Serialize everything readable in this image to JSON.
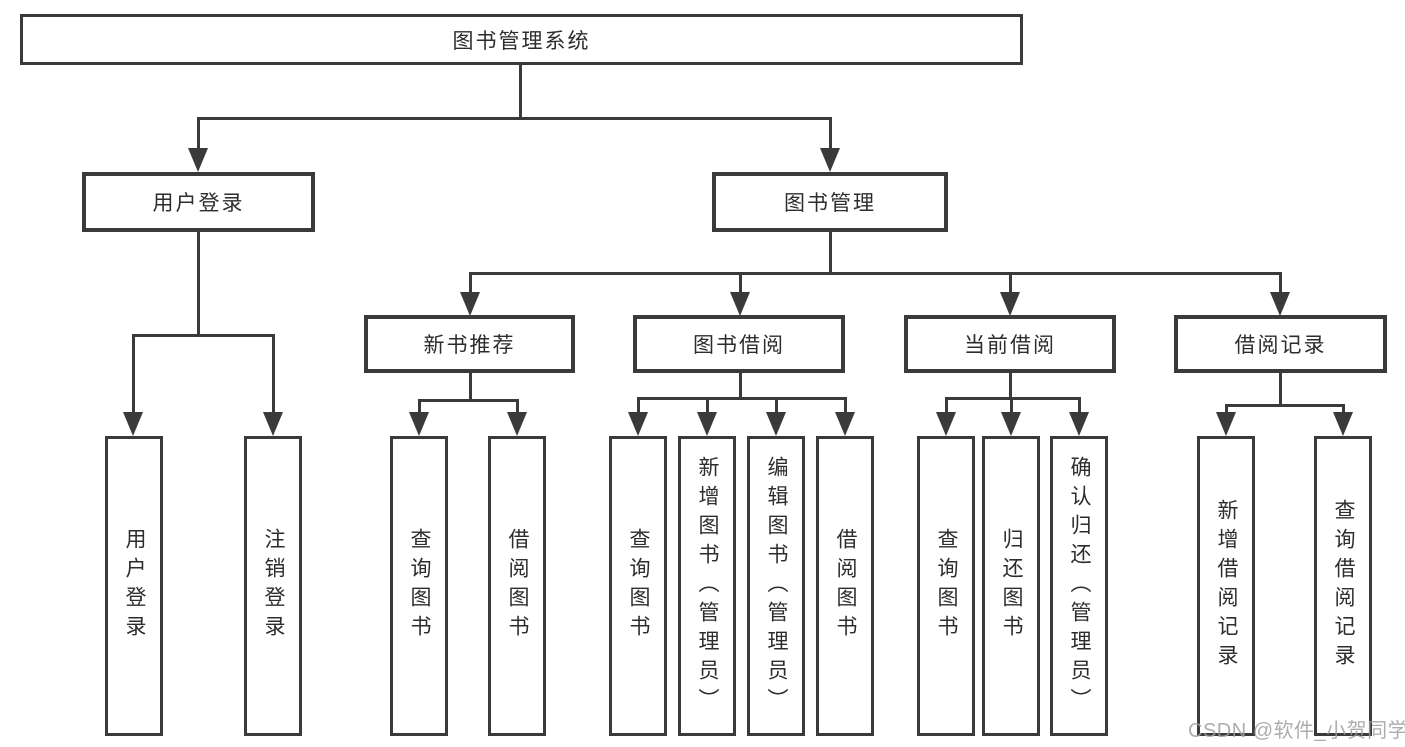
{
  "diagram": {
    "root": {
      "label": "图书管理系统"
    },
    "user_login": {
      "label": "用户登录",
      "children": [
        {
          "label": "用户登录"
        },
        {
          "label": "注销登录"
        }
      ]
    },
    "book_management": {
      "label": "图书管理",
      "sections": {
        "new_book_recommend": {
          "label": "新书推荐",
          "children": [
            {
              "label": "查询图书"
            },
            {
              "label": "借阅图书"
            }
          ]
        },
        "book_borrowing": {
          "label": "图书借阅",
          "children": [
            {
              "label": "查询图书"
            },
            {
              "label": "新增图书（管理员）"
            },
            {
              "label": "编辑图书（管理员）"
            },
            {
              "label": "借阅图书"
            }
          ]
        },
        "current_borrowing": {
          "label": "当前借阅",
          "children": [
            {
              "label": "查询图书"
            },
            {
              "label": "归还图书"
            },
            {
              "label": "确认归还（管理员）"
            }
          ]
        },
        "borrowing_records": {
          "label": "借阅记录",
          "children": [
            {
              "label": "新增借阅记录"
            },
            {
              "label": "查询借阅记录"
            }
          ]
        }
      }
    }
  },
  "watermark": {
    "text": "CSDN @软件_小贺同学"
  },
  "colors": {
    "line": "#3a3a3a",
    "text": "#2d2d2d",
    "watermark": "#9f9f9f",
    "background": "#ffffff"
  }
}
